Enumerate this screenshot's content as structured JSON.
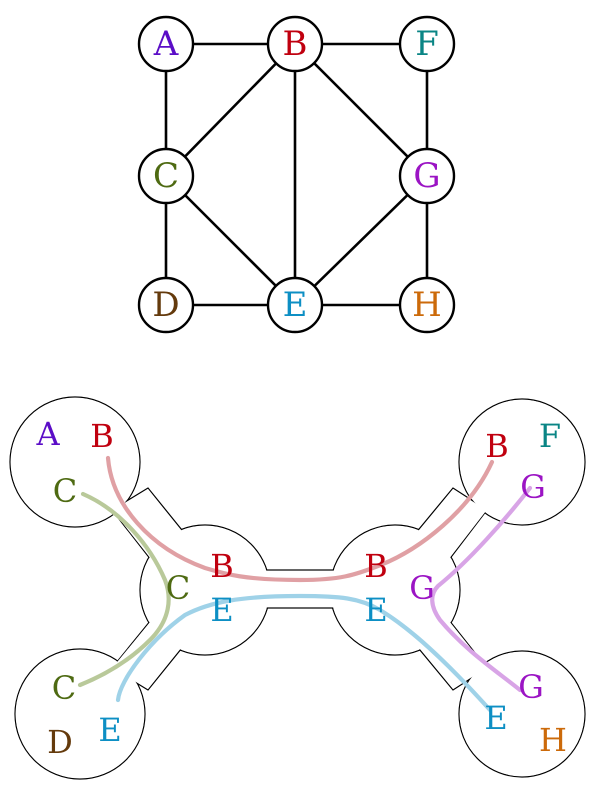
{
  "graph": {
    "nodes": [
      {
        "id": "A",
        "label": "A",
        "color": "#5b0dc7"
      },
      {
        "id": "B",
        "label": "B",
        "color": "#c0000f"
      },
      {
        "id": "F",
        "label": "F",
        "color": "#0a8585"
      },
      {
        "id": "C",
        "label": "C",
        "color": "#4e6a12"
      },
      {
        "id": "G",
        "label": "G",
        "color": "#9b14c4"
      },
      {
        "id": "D",
        "label": "D",
        "color": "#643a0c"
      },
      {
        "id": "E",
        "label": "E",
        "color": "#0d8fc4"
      },
      {
        "id": "H",
        "label": "H",
        "color": "#cc6a0a"
      }
    ],
    "edges": [
      [
        "A",
        "B"
      ],
      [
        "B",
        "F"
      ],
      [
        "A",
        "C"
      ],
      [
        "B",
        "C"
      ],
      [
        "B",
        "E"
      ],
      [
        "B",
        "G"
      ],
      [
        "F",
        "G"
      ],
      [
        "C",
        "E"
      ],
      [
        "C",
        "D"
      ],
      [
        "G",
        "E"
      ],
      [
        "G",
        "H"
      ],
      [
        "D",
        "E"
      ],
      [
        "E",
        "H"
      ]
    ]
  },
  "decomposition": {
    "bags": [
      {
        "id": "bag-abc",
        "labels": [
          "A",
          "B",
          "C"
        ]
      },
      {
        "id": "bag-bfg",
        "labels": [
          "B",
          "F",
          "G"
        ]
      },
      {
        "id": "bag-bce",
        "labels": [
          "B",
          "C",
          "E"
        ]
      },
      {
        "id": "bag-bge",
        "labels": [
          "B",
          "G",
          "E"
        ]
      },
      {
        "id": "bag-cde",
        "labels": [
          "C",
          "D",
          "E"
        ]
      },
      {
        "id": "bag-geh",
        "labels": [
          "G",
          "E",
          "H"
        ]
      }
    ],
    "trace_colors": {
      "B": "#e0a0a4",
      "C": "#b9c99a",
      "E": "#9fd2e8",
      "G": "#d8a4e6"
    }
  },
  "colors": {
    "A": "#5b0dc7",
    "B": "#c0000f",
    "C": "#4e6a12",
    "D": "#643a0c",
    "E": "#0d8fc4",
    "F": "#0a8585",
    "G": "#9b14c4",
    "H": "#cc6a0a"
  }
}
